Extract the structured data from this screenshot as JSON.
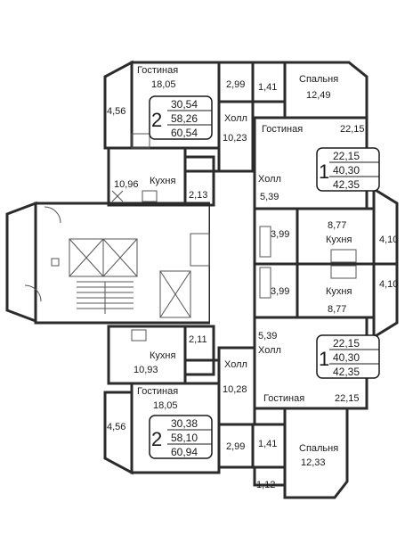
{
  "colors": {
    "pink": "#f2b8c9",
    "blue": "#b9e2f1",
    "core": "#ffffff",
    "wall": "#2b2b2b"
  },
  "apartments": {
    "top2": {
      "rooms": "2",
      "living": "30,54",
      "total": "58,26",
      "area": "60,54"
    },
    "mid1a": {
      "rooms": "1",
      "living": "22,15",
      "total": "40,30",
      "area": "42,35"
    },
    "mid1b": {
      "rooms": "1",
      "living": "22,15",
      "total": "40,30",
      "area": "42,35"
    },
    "bot2": {
      "rooms": "2",
      "living": "30,38",
      "total": "58,10",
      "area": "60,94"
    }
  },
  "rooms": {
    "t_living_name": "Гостиная",
    "t_living_area": "18,05",
    "t_loggia": "4,56",
    "t_bath": "2,99",
    "t_wc": "1,41",
    "t_bed_name": "Спальня",
    "t_bed_area": "12,49",
    "t_hall_name": "Холл",
    "t_hall_area": "10,23",
    "t_kitchen_name": "Кухня",
    "t_kitchen_area": "10,96",
    "t_closet": "2,13",
    "a_living_name": "Гостиная",
    "a_living_area": "22,15",
    "a_hall_name": "Холл",
    "a_hall_area": "5,39",
    "a_bath": "3,99",
    "a_kitchen_name": "Кухня",
    "a_kitchen_area": "8,77",
    "a_loggia": "4,10",
    "b_kitchen_name": "Кухня",
    "b_kitchen_area": "8,77",
    "b_bath": "3,99",
    "b_loggia": "4,10",
    "b_hall_area": "5,39",
    "b_hall_name": "Холл",
    "b_living_name": "Гостиная",
    "b_living_area": "22,15",
    "d_kitchen_name": "Кухня",
    "d_kitchen_area": "10,93",
    "d_closet": "2,11",
    "d_living_name": "Гостиная",
    "d_living_area": "18,05",
    "d_hall_name": "Холл",
    "d_hall_area": "10,28",
    "d_loggia": "4,56",
    "d_bath": "2,99",
    "d_wc": "1,41",
    "d_bed_name": "Спальня",
    "d_bed_area": "12,33",
    "d_balcony": "1,12"
  }
}
